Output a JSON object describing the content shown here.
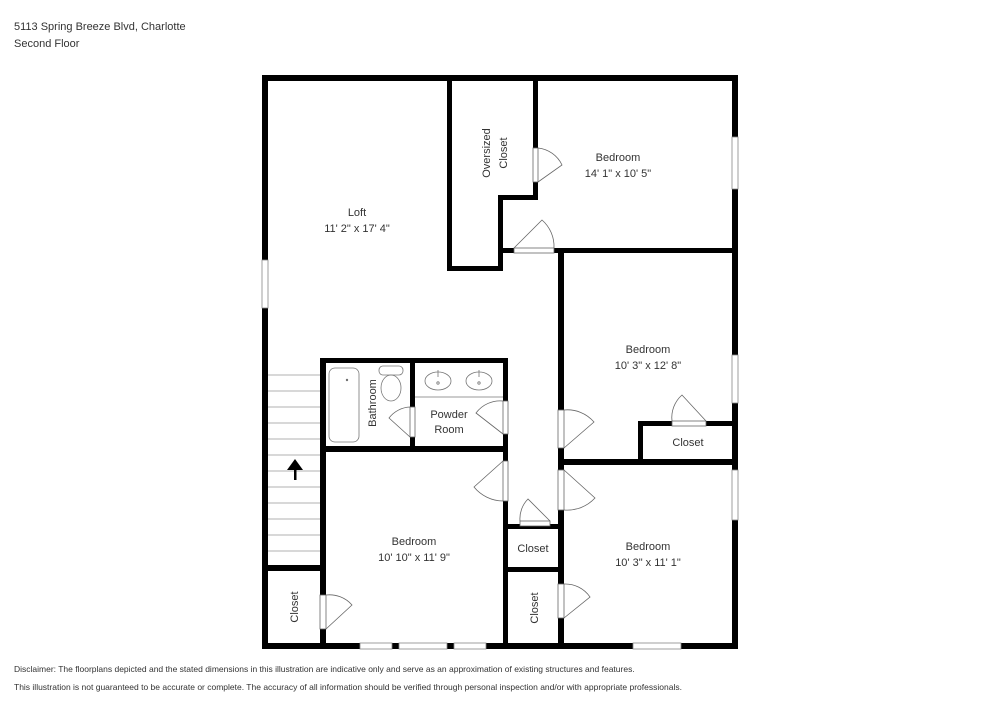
{
  "header": {
    "address": "5113 Spring Breeze Blvd, Charlotte",
    "floor": "Second Floor"
  },
  "rooms": {
    "loft": {
      "name": "Loft",
      "dims": "11' 2\" x 17' 4\""
    },
    "oversized_closet": {
      "line1": "Oversized",
      "line2": "Closet"
    },
    "bedroom_ne": {
      "name": "Bedroom",
      "dims": "14' 1\" x 10' 5\""
    },
    "bedroom_e": {
      "name": "Bedroom",
      "dims": "10' 3\" x 12' 8\""
    },
    "closet_e": {
      "name": "Closet"
    },
    "bathroom": {
      "name": "Bathroom"
    },
    "powder_room": {
      "line1": "Powder",
      "line2": "Room"
    },
    "bedroom_sw": {
      "name": "Bedroom",
      "dims": "10' 10\" x 11' 9\""
    },
    "closet_sw": {
      "name": "Closet"
    },
    "closet_hall": {
      "name": "Closet"
    },
    "closet_s": {
      "name": "Closet"
    },
    "bedroom_se": {
      "name": "Bedroom",
      "dims": "10' 3\" x 11' 1\""
    }
  },
  "disclaimer": {
    "line1": "Disclaimer: The floorplans depicted and the stated dimensions in this illustration are indicative only and serve as an approximation of existing structures and features.",
    "line2": "This illustration is not guaranteed to be accurate or complete. The accuracy of all information should be verified through personal inspection and/or with appropriate professionals."
  },
  "colors": {
    "wall": "#000000",
    "text": "#333333",
    "background": "#ffffff"
  }
}
